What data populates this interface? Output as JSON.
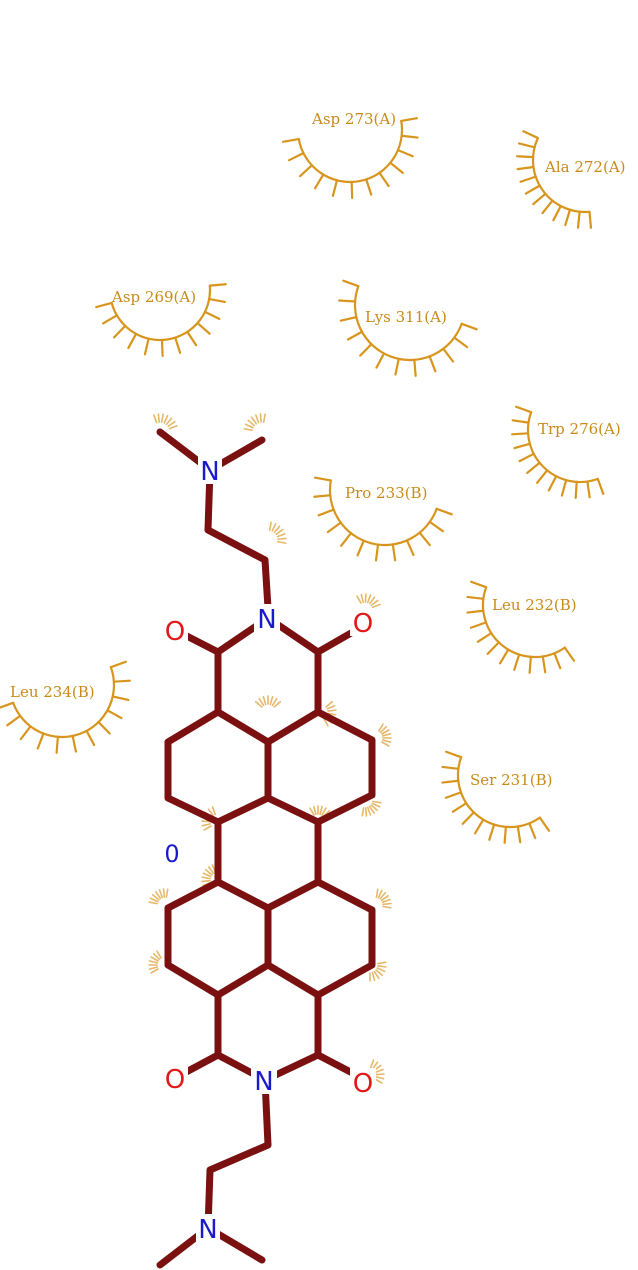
{
  "residues": [
    {
      "id": "asp273",
      "label": "Asp 273(A)"
    },
    {
      "id": "ala272",
      "label": "Ala 272(A)"
    },
    {
      "id": "asp269",
      "label": "Asp 269(A)"
    },
    {
      "id": "lys311",
      "label": "Lys 311(A)"
    },
    {
      "id": "trp276",
      "label": "Trp 276(A)"
    },
    {
      "id": "pro233",
      "label": "Pro 233(B)"
    },
    {
      "id": "leu232",
      "label": "Leu 232(B)"
    },
    {
      "id": "leu234",
      "label": "Leu 234(B)"
    },
    {
      "id": "ser231",
      "label": "Ser 231(B)"
    }
  ],
  "atoms": {
    "n_top": "N",
    "n_imide_top": "N",
    "o_top_left": "O",
    "o_top_right": "O",
    "o_bottom_left": "O",
    "o_bottom_right": "O",
    "n_imide_bottom": "N",
    "n_bottom": "N"
  },
  "ligand_marker": "0",
  "colors": {
    "bond": "#7a1010",
    "hydrophobic": "#d8951e",
    "nitrogen": "#1a1acc",
    "oxygen": "#e01a1a"
  }
}
